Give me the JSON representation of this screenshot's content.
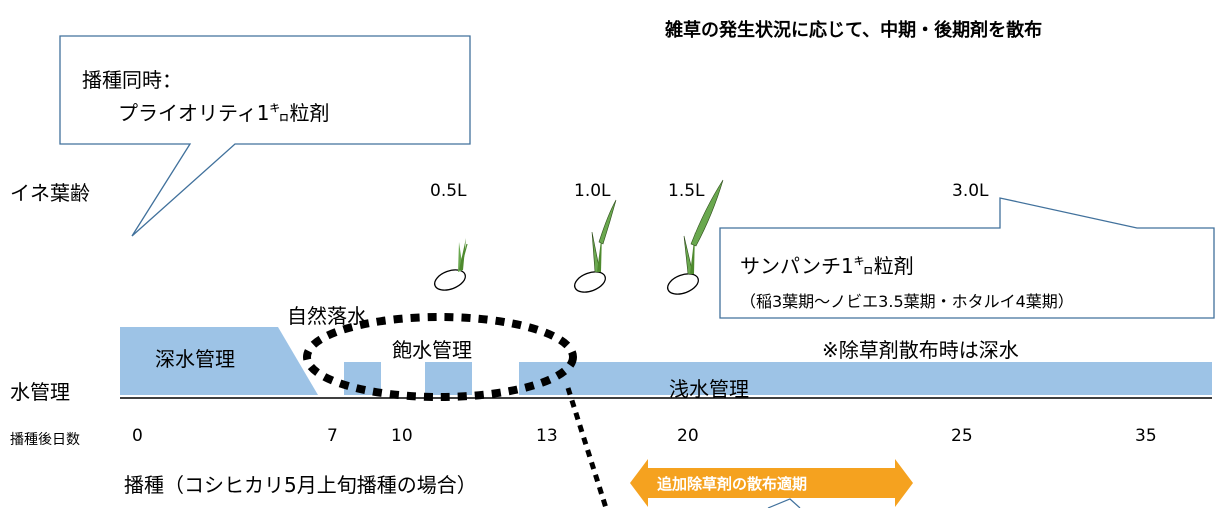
{
  "title": "雑草の発生状況に応じて、中期・後期剤を散布",
  "callout_top_left": {
    "line1": "播種同時：",
    "line2": "プライオリティ1㌔粒剤"
  },
  "callout_right": {
    "line1": "サンパンチ1㌔粒剤",
    "line2": "（稲3葉期～ノビエ3.5葉期・ホタルイ4葉期）"
  },
  "leaf_age": {
    "label": "イネ葉齢",
    "stages": [
      "0.5L",
      "1.0L",
      "1.5L",
      "3.0L"
    ]
  },
  "water": {
    "label": "水管理",
    "deep": "深水管理",
    "natural_drain": "自然落水",
    "saturated": "飽水管理",
    "shallow": "浅水管理",
    "note": "※除草剤散布時は深水",
    "fill_color": "#9dc3e6"
  },
  "days": {
    "label": "播種後日数",
    "ticks": [
      "0",
      "7",
      "10",
      "13",
      "20",
      "25",
      "35"
    ]
  },
  "sowing_note": "播種（コシヒカリ5月上旬播種の場合）",
  "extra_period": {
    "label": "追加除草剤の散布適期",
    "color": "#f5a21f"
  },
  "icons": {
    "seed_sprout": "seed-sprout-icon",
    "arrow": "double-arrow-icon"
  }
}
